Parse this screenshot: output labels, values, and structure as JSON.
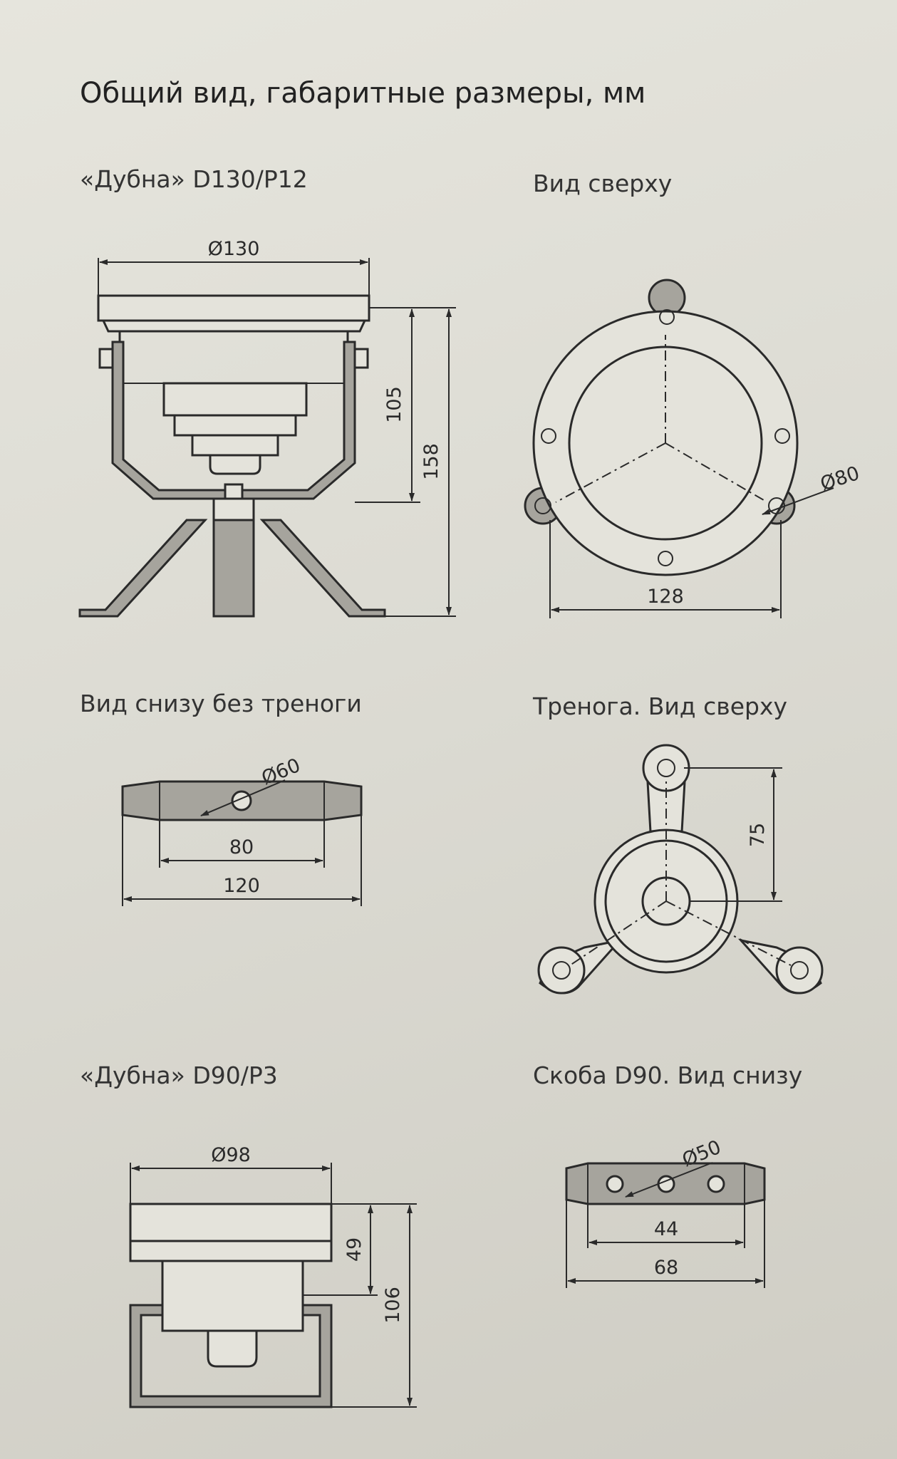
{
  "title": "Общий вид, габаритные размеры, мм",
  "sections": {
    "d130_front": {
      "label": "«Дубна» D130/P12",
      "dim_diameter": "Ø130",
      "dim_height_body": "105",
      "dim_height_total": "158"
    },
    "top_view": {
      "label": "Вид сверху",
      "dim_hole": "Ø80",
      "dim_width": "128"
    },
    "bottom_no_tripod": {
      "label": "Вид снизу без треноги",
      "dim_hole": "Ø60",
      "dim_inner": "80",
      "dim_outer": "120"
    },
    "tripod_top": {
      "label": "Тренога. Вид сверху",
      "dim_radius": "75"
    },
    "d90_front": {
      "label": "«Дубна» D90/P3",
      "dim_diameter": "Ø98",
      "dim_height_upper": "49",
      "dim_height_total": "106"
    },
    "bracket_bottom": {
      "label": "Скоба D90. Вид снизу",
      "dim_hole": "Ø50",
      "dim_inner": "44",
      "dim_outer": "68"
    }
  }
}
